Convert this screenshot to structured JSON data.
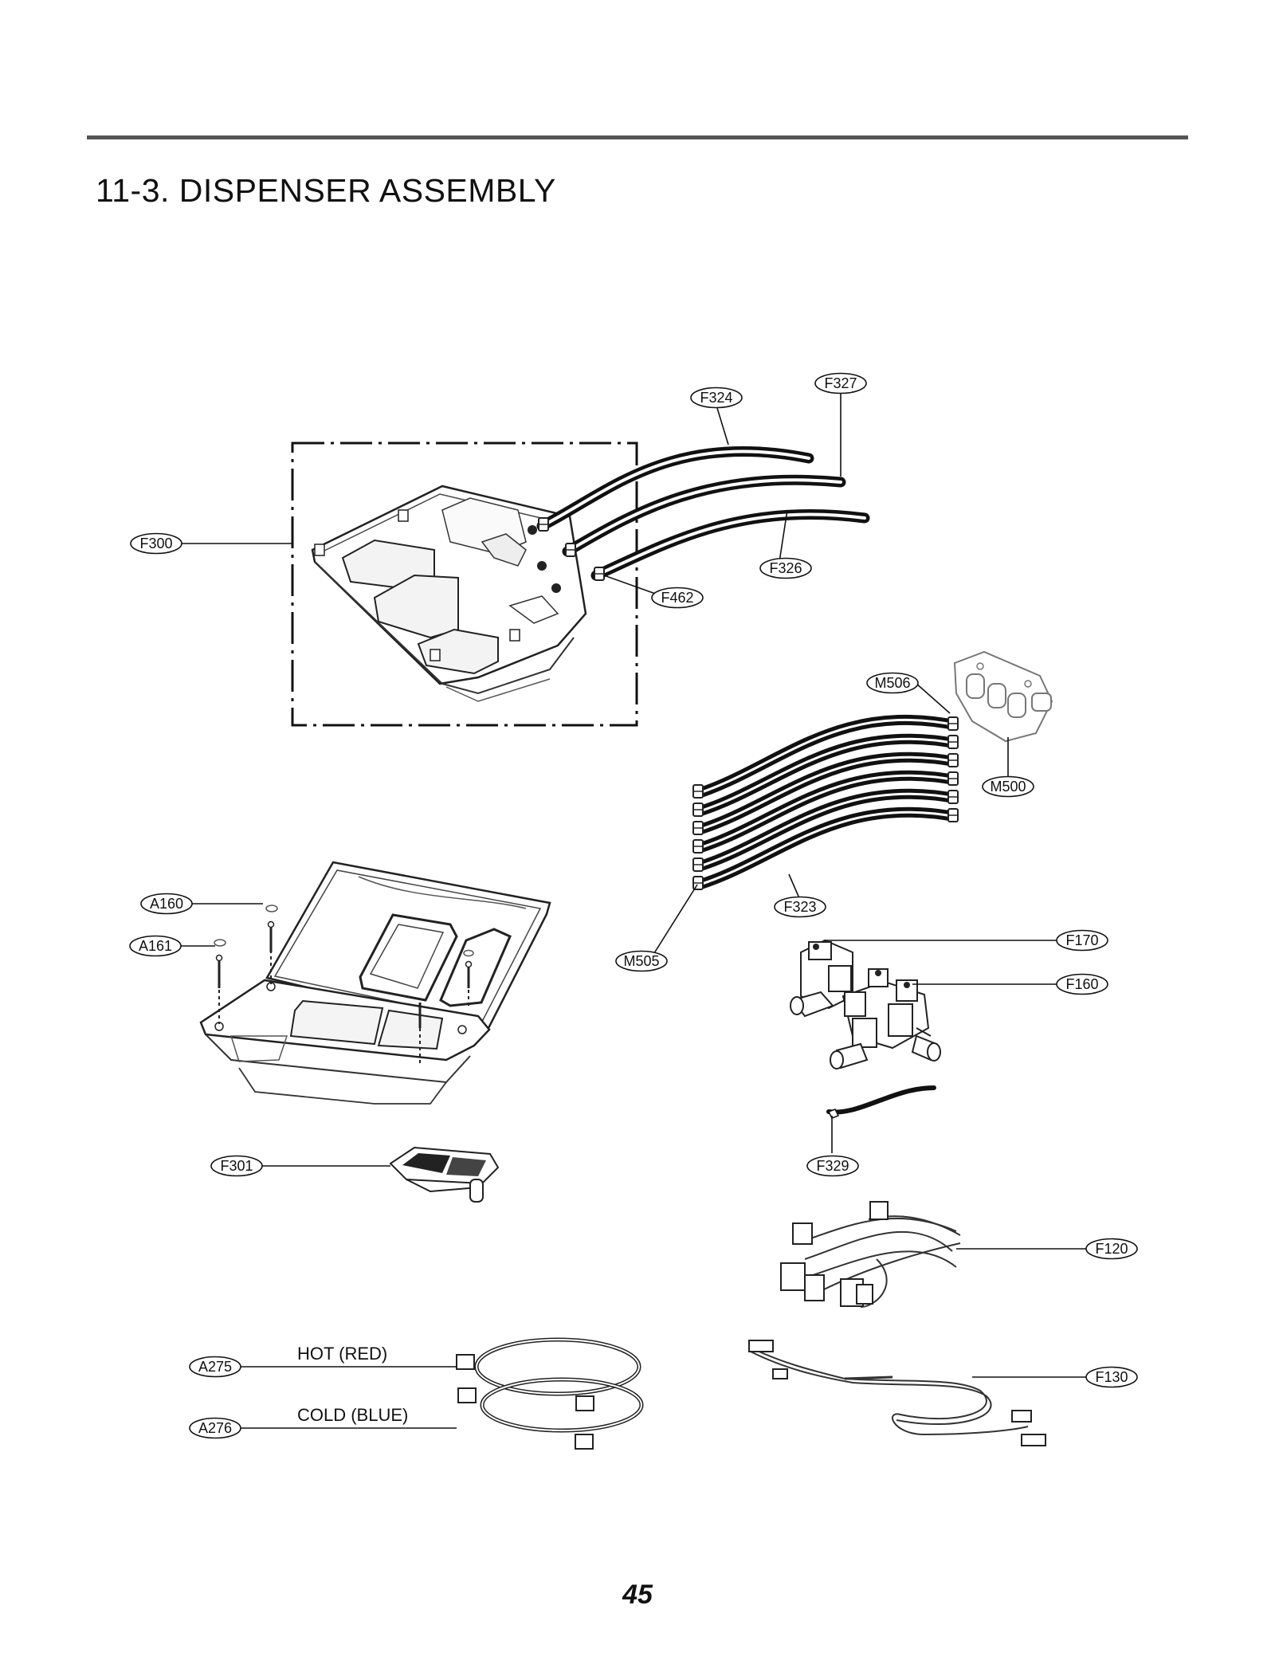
{
  "header": {
    "title": "11-3. DISPENSER ASSEMBLY"
  },
  "footer": {
    "page_number": "45"
  },
  "callouts": {
    "F300": "F300",
    "F324": "F324",
    "F327": "F327",
    "F326": "F326",
    "F462": "F462",
    "M506": "M506",
    "M500": "M500",
    "M505": "M505",
    "F323": "F323",
    "A160": "A160",
    "A161": "A161",
    "F170": "F170",
    "F160": "F160",
    "F301": "F301",
    "F329": "F329",
    "F120": "F120",
    "A275": "A275",
    "A276": "A276",
    "F130": "F130"
  },
  "notes": {
    "hot": "HOT (RED)",
    "cold": "COLD (BLUE)"
  }
}
